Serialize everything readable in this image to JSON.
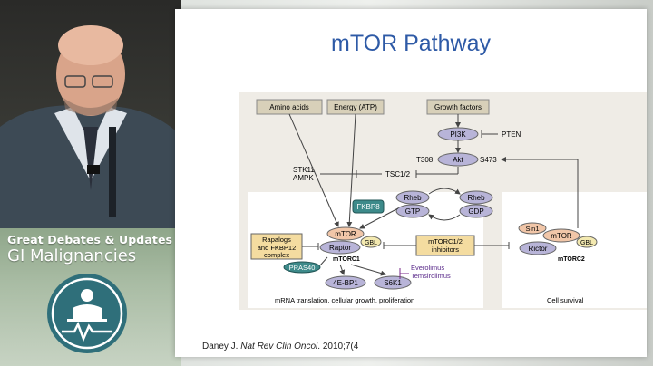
{
  "slide": {
    "title": "mTOR Pathway",
    "citation_prefix": "Daney J. ",
    "citation_journal": "Nat Rev Clin Oncol",
    "citation_suffix": ". 2010;7(4"
  },
  "branding": {
    "line1": "Great Debates & Updates in",
    "line2": "GI Malignancies",
    "logo_icon": "person-heartbeat-icon"
  },
  "diagram": {
    "inputs": {
      "amino_acids": "Amino acids",
      "energy": "Energy (ATP)",
      "growth_factors": "Growth factors"
    },
    "nodes": {
      "pi3k": "PI3K",
      "pten": "PTEN",
      "akt": "Akt",
      "t308": "T308",
      "s473": "S473",
      "stk11": "STK11",
      "ampk": "AMPK",
      "tsc": "TSC1/2",
      "rheb1": "Rheb",
      "gtp": "GTP",
      "rheb2": "Rheb",
      "gdp": "GDP",
      "fkbp8": "FKBP8",
      "mtor1": "mTOR",
      "raptor": "Raptor",
      "gbl1": "GBL",
      "mtorc1": "mTORC1",
      "rapalogs1": "Rapalogs",
      "rapalogs2": "and FKBP12",
      "rapalogs3": "complex",
      "inhib1": "mTORC1/2",
      "inhib2": "inhibitors",
      "sin1": "Sin1",
      "mtor2": "mTOR",
      "rictor": "Rictor",
      "gbl2": "GBL",
      "mtorc2": "mTORC2",
      "pras40": "PRAS40",
      "ebp1": "4E-BP1",
      "s6k1": "S6K1",
      "everolimus": "Everolimus",
      "temsirolimus": "Temsirolimus",
      "footer1": "mRNA translation, cellular growth, proliferation",
      "footer2": "Cell survival"
    }
  }
}
